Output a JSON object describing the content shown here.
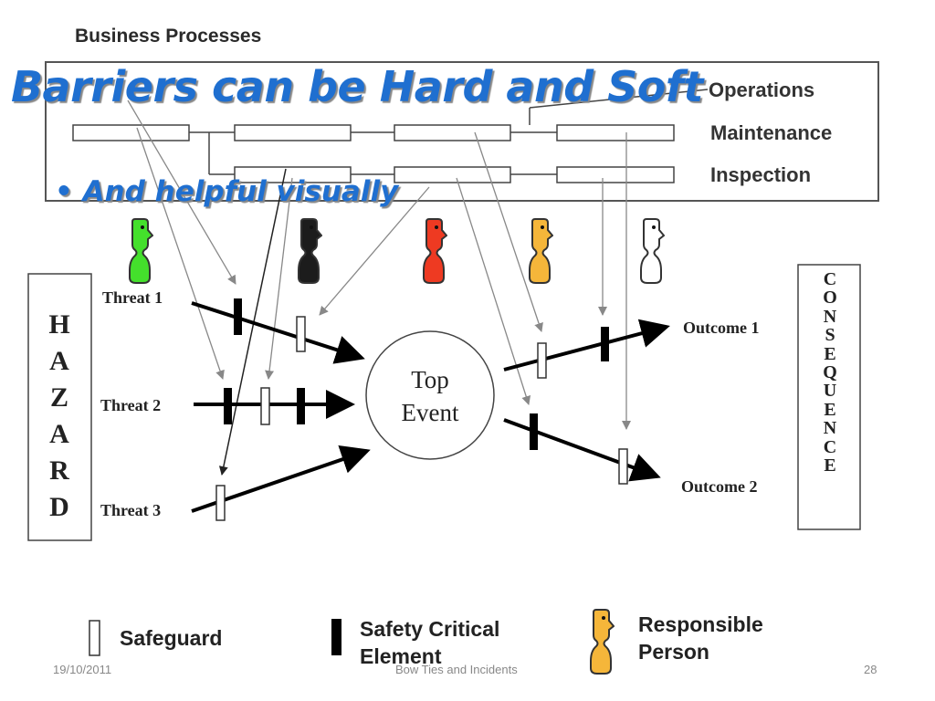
{
  "slide": {
    "title": "Barriers can be Hard and Soft",
    "bullet": "And helpful visually"
  },
  "business": {
    "title": "Business Processes",
    "lanes": [
      "Operations",
      "Maintenance",
      "Inspection"
    ]
  },
  "diagram": {
    "threats": [
      "Threat 1",
      "Threat 2",
      "Threat 3"
    ],
    "outcomes": [
      "Outcome 1",
      "Outcome 2"
    ],
    "hazard_letters": [
      "H",
      "A",
      "Z",
      "A",
      "R",
      "D"
    ],
    "consequence_letters": [
      "C",
      "O",
      "N",
      "S",
      "E",
      "Q",
      "U",
      "E",
      "N",
      "C",
      "E"
    ],
    "top_event": [
      "Top",
      "Event"
    ],
    "person_colors": [
      "#44e02c",
      "#1c1c1c",
      "#ee3a22",
      "#f5b63a",
      "#ffffff"
    ]
  },
  "legend": {
    "safeguard": "Safeguard",
    "safety_critical": [
      "Safety Critical",
      "Element"
    ],
    "responsible": [
      "Responsible",
      "Person"
    ]
  },
  "footer": {
    "date": "19/10/2011",
    "center": "Bow Ties and Incidents",
    "page": "28"
  }
}
